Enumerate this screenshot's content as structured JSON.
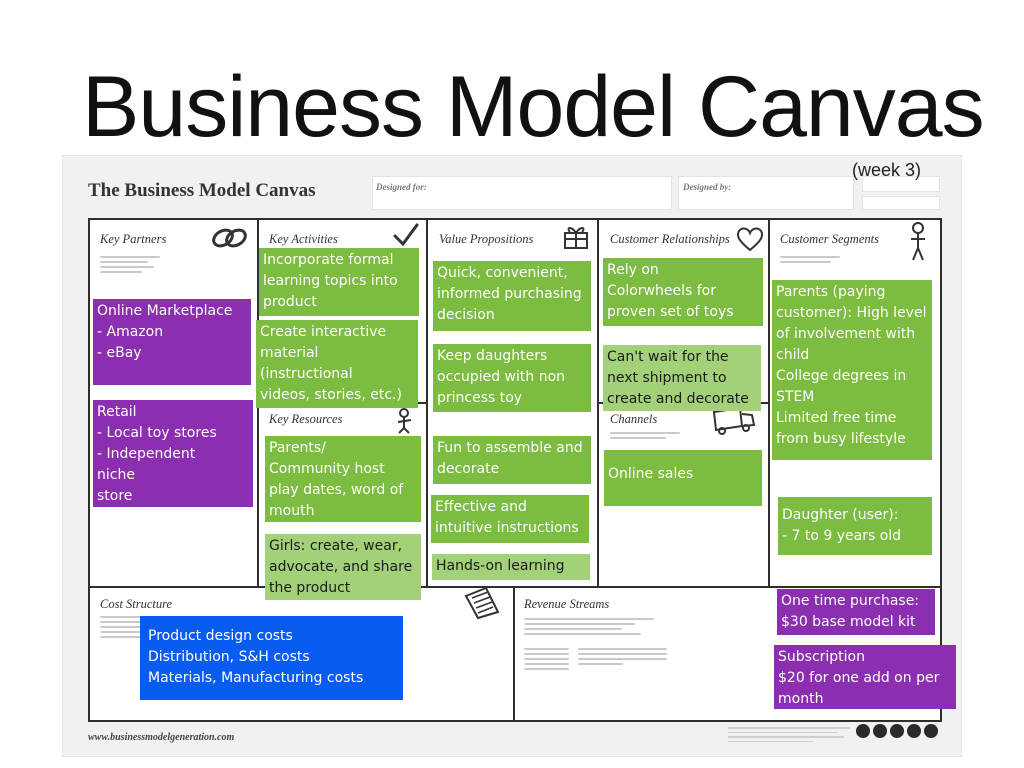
{
  "slide": {
    "title": "Business Model Canvas",
    "week": "(week 3)"
  },
  "canvas": {
    "heading": "The Business Model Canvas",
    "designed_for_label": "Designed for:",
    "designed_by_label": "Designed by:",
    "footer_url": "www.businessmodelgeneration.com"
  },
  "blocks": {
    "key_partners": "Key Partners",
    "key_activities": "Key Activities",
    "key_resources": "Key Resources",
    "value_propositions": "Value Propositions",
    "customer_relationships": "Customer Relationships",
    "channels": "Channels",
    "customer_segments": "Customer Segments",
    "cost_structure": "Cost Structure",
    "revenue_streams": "Revenue Streams"
  },
  "notes": {
    "partners_online": [
      "Online Marketplace",
      "- Amazon",
      "- eBay"
    ],
    "partners_retail": [
      "Retail",
      "- Local toy stores",
      "- Independent",
      "niche",
      "store"
    ],
    "activity_formal": [
      "Incorporate formal",
      "learning topics into",
      "product"
    ],
    "activity_interactive": [
      "Create interactive",
      "material",
      "(instructional",
      "videos, stories, etc.)"
    ],
    "resource_parents": [
      "Parents/",
      "Community host",
      "play dates, word of",
      "mouth"
    ],
    "resource_girls": [
      "Girls: create, wear,",
      "advocate, and share",
      "the product"
    ],
    "value_quick": [
      "Quick, convenient,",
      "informed purchasing",
      "decision"
    ],
    "value_occupied": [
      "Keep daughters",
      "occupied with non",
      "princess toy"
    ],
    "value_fun": [
      "Fun to assemble and",
      "decorate"
    ],
    "value_effective": [
      "Effective and",
      "intuitive instructions"
    ],
    "value_handson": [
      "Hands-on learning"
    ],
    "rel_rely": [
      "Rely on",
      "Colorwheels for",
      "proven set of toys"
    ],
    "rel_cantwait": [
      "Can't wait for the",
      "next shipment to",
      "create and decorate"
    ],
    "channel_online": [
      "Online sales"
    ],
    "segment_parents": [
      "Parents (paying",
      "customer): High level",
      "of involvement with",
      "child",
      "College degrees in",
      "STEM",
      "Limited free time",
      "from busy lifestyle"
    ],
    "segment_daughter": [
      "Daughter (user):",
      "- 7 to 9 years old"
    ],
    "cost_list": [
      "Product design costs",
      "Distribution, S&H costs",
      "Materials, Manufacturing costs"
    ],
    "revenue_onetime": [
      "One time purchase:",
      "$30 base model kit"
    ],
    "revenue_subscription": [
      "Subscription",
      "$20 for one add on per",
      "month"
    ]
  },
  "icons": {
    "key_partners": "chain-link-icon",
    "key_activities": "checkmark-icon",
    "key_resources": "worker-icon",
    "value_propositions": "gift-icon",
    "customer_relationships": "heart-icon",
    "channels": "truck-icon",
    "customer_segments": "person-icon",
    "cost_structure": "price-tag-icon",
    "revenue_streams": "money-bag-icon"
  },
  "colors": {
    "note_green": "#7cbc41",
    "note_light_green": "#a3d17a",
    "note_purple": "#8b2fb0",
    "note_blue": "#0a5cf0"
  }
}
